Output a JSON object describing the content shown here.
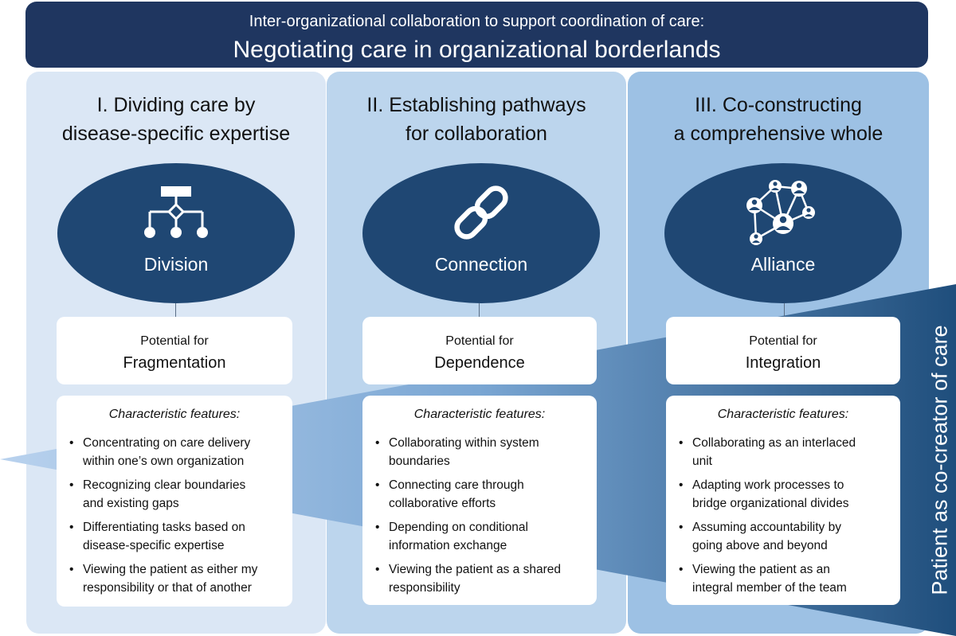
{
  "header": {
    "subtitle": "Inter-organizational collaboration to support coordination of care:",
    "title": "Negotiating care in organizational borderlands"
  },
  "columns": [
    {
      "title_line1": "I. Dividing care by",
      "title_line2": "disease-specific expertise",
      "icon": "hierarchy-icon",
      "label": "Division",
      "potential_prefix": "Potential for",
      "potential": "Fragmentation",
      "features_heading": "Characteristic features:",
      "features": [
        {
          "line1": "Concentrating on care delivery",
          "line2": "within one’s own organization"
        },
        {
          "line1": "Recognizing clear boundaries",
          "line2": "and existing gaps"
        },
        {
          "line1": "Differentiating tasks based on",
          "line2": "disease-specific expertise"
        },
        {
          "line1": "Viewing the patient as either my",
          "line2": "responsibility or that of another"
        }
      ]
    },
    {
      "title_line1": "II. Establishing pathways",
      "title_line2": "for collaboration",
      "icon": "chain-link-icon",
      "label": "Connection",
      "potential_prefix": "Potential for",
      "potential": "Dependence",
      "features_heading": "Characteristic features:",
      "features": [
        {
          "line1": "Collaborating within system",
          "line2": "boundaries"
        },
        {
          "line1": "Connecting care through",
          "line2": "collaborative efforts"
        },
        {
          "line1": "Depending on conditional",
          "line2": "information exchange"
        },
        {
          "line1": "Viewing the patient as a shared",
          "line2": "responsibility"
        }
      ]
    },
    {
      "title_line1": "III. Co-constructing",
      "title_line2": "a comprehensive whole",
      "icon": "people-network-icon",
      "label": "Alliance",
      "potential_prefix": "Potential for",
      "potential": "Integration",
      "features_heading": "Characteristic features:",
      "features": [
        {
          "line1": "Collaborating as an interlaced",
          "line2": "unit"
        },
        {
          "line1": "Adapting work processes to",
          "line2": "bridge organizational divides"
        },
        {
          "line1": "Assuming accountability by",
          "line2": "going above and beyond"
        },
        {
          "line1": "Viewing the patient as an",
          "line2": "integral member of the team"
        }
      ]
    }
  ],
  "side_label": "Patient as co-creator of care",
  "colors": {
    "header": "#1f3660",
    "oval": "#1f4773",
    "column1": "#dbe7f5",
    "column2": "#bcd5ed",
    "column3": "#9dc1e4",
    "wedge_light": "#b9d2ee",
    "wedge_dark": "#1f4e7c"
  }
}
